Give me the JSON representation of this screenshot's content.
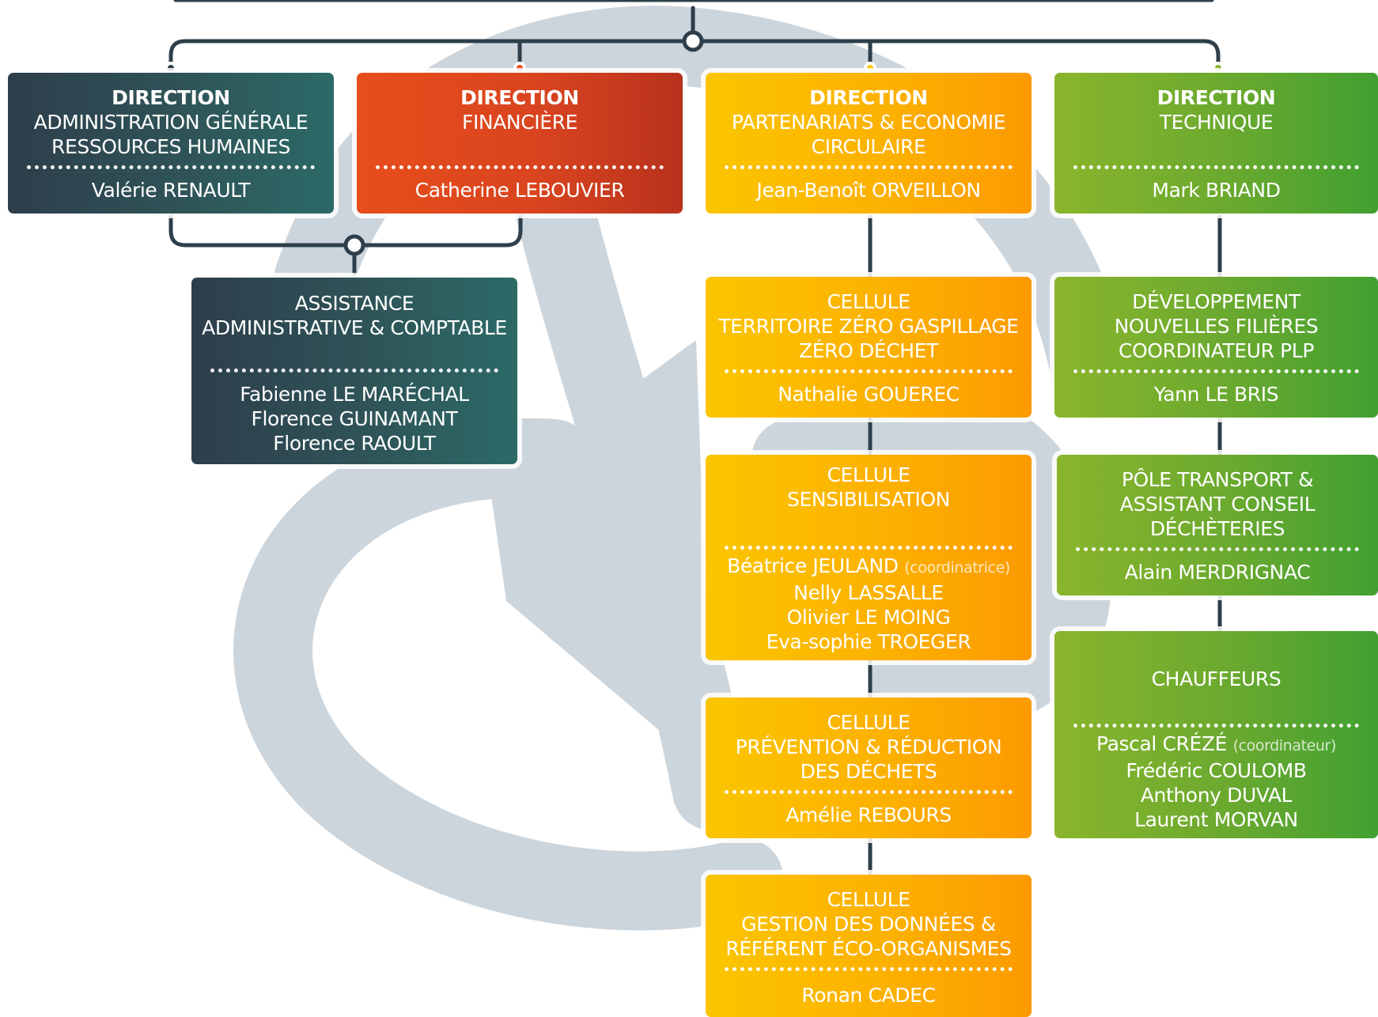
{
  "colors": {
    "dark": "#2f5458",
    "red": "#d9441f",
    "yellow": "#fcb100",
    "green": "#6aa92f",
    "connector": "#2e3f4b",
    "background_art": "#cdd5dc"
  },
  "directions": [
    {
      "id": "admin",
      "label": "DIRECTION",
      "title_lines": [
        "ADMINISTRATION GÉNÉRALE",
        "RESSOURCES HUMAINES"
      ],
      "people": [
        "Valérie RENAULT"
      ]
    },
    {
      "id": "finance",
      "label": "DIRECTION",
      "title_lines": [
        "FINANCIÈRE"
      ],
      "people": [
        "Catherine LEBOUVIER"
      ]
    },
    {
      "id": "partnerships",
      "label": "DIRECTION",
      "title_lines": [
        "PARTENARIATS & ECONOMIE",
        "CIRCULAIRE"
      ],
      "people": [
        "Jean-Benoît ORVEILLON"
      ]
    },
    {
      "id": "technical",
      "label": "DIRECTION",
      "title_lines": [
        "TECHNIQUE"
      ],
      "people": [
        "Mark BRIAND"
      ]
    }
  ],
  "assistance": {
    "title_lines": [
      "ASSISTANCE",
      "ADMINISTRATIVE & COMPTABLE"
    ],
    "people": [
      "Fabienne LE MARÉCHAL",
      "Florence GUINAMANT",
      "Florence RAOULT"
    ]
  },
  "cells": [
    {
      "id": "zero-waste",
      "title_lines": [
        "CELLULE",
        "TERRITOIRE ZÉRO GASPILLAGE",
        "ZÉRO DÉCHET"
      ],
      "people": [
        {
          "name": "Nathalie GOUEREC",
          "note": ""
        }
      ]
    },
    {
      "id": "awareness",
      "title_lines": [
        "CELLULE",
        "SENSIBILISATION"
      ],
      "people": [
        {
          "name": "Béatrice JEULAND",
          "note": "(coordinatrice)"
        },
        {
          "name": "Nelly LASSALLE",
          "note": ""
        },
        {
          "name": "Olivier LE MOING",
          "note": ""
        },
        {
          "name": "Eva-sophie TROEGER",
          "note": ""
        }
      ]
    },
    {
      "id": "prevention",
      "title_lines": [
        "CELLULE",
        "PRÉVENTION & RÉDUCTION",
        "DES DÉCHETS"
      ],
      "people": [
        {
          "name": "Amélie REBOURS",
          "note": ""
        }
      ]
    },
    {
      "id": "data",
      "title_lines": [
        "CELLULE",
        "GESTION DES DONNÉES &",
        "RÉFÉRENT ÉCO-ORGANISMES"
      ],
      "people": [
        {
          "name": "Ronan CADEC",
          "note": ""
        }
      ]
    }
  ],
  "technical_units": [
    {
      "id": "development",
      "title_lines": [
        "DÉVELOPPEMENT",
        "NOUVELLES FILIÈRES",
        "COORDINATEUR PLP"
      ],
      "people": [
        {
          "name": "Yann LE BRIS",
          "note": ""
        }
      ]
    },
    {
      "id": "transport",
      "title_lines": [
        "PÔLE TRANSPORT &",
        "ASSISTANT CONSEIL",
        "DÉCHÈTERIES"
      ],
      "people": [
        {
          "name": "Alain MERDRIGNAC",
          "note": ""
        }
      ]
    },
    {
      "id": "drivers",
      "title_lines": [
        "CHAUFFEURS"
      ],
      "people": [
        {
          "name": "Pascal CRÉZÉ",
          "note": "(coordinateur)"
        },
        {
          "name": "Frédéric COULOMB",
          "note": ""
        },
        {
          "name": "Anthony DUVAL",
          "note": ""
        },
        {
          "name": "Laurent MORVAN",
          "note": ""
        }
      ]
    }
  ]
}
